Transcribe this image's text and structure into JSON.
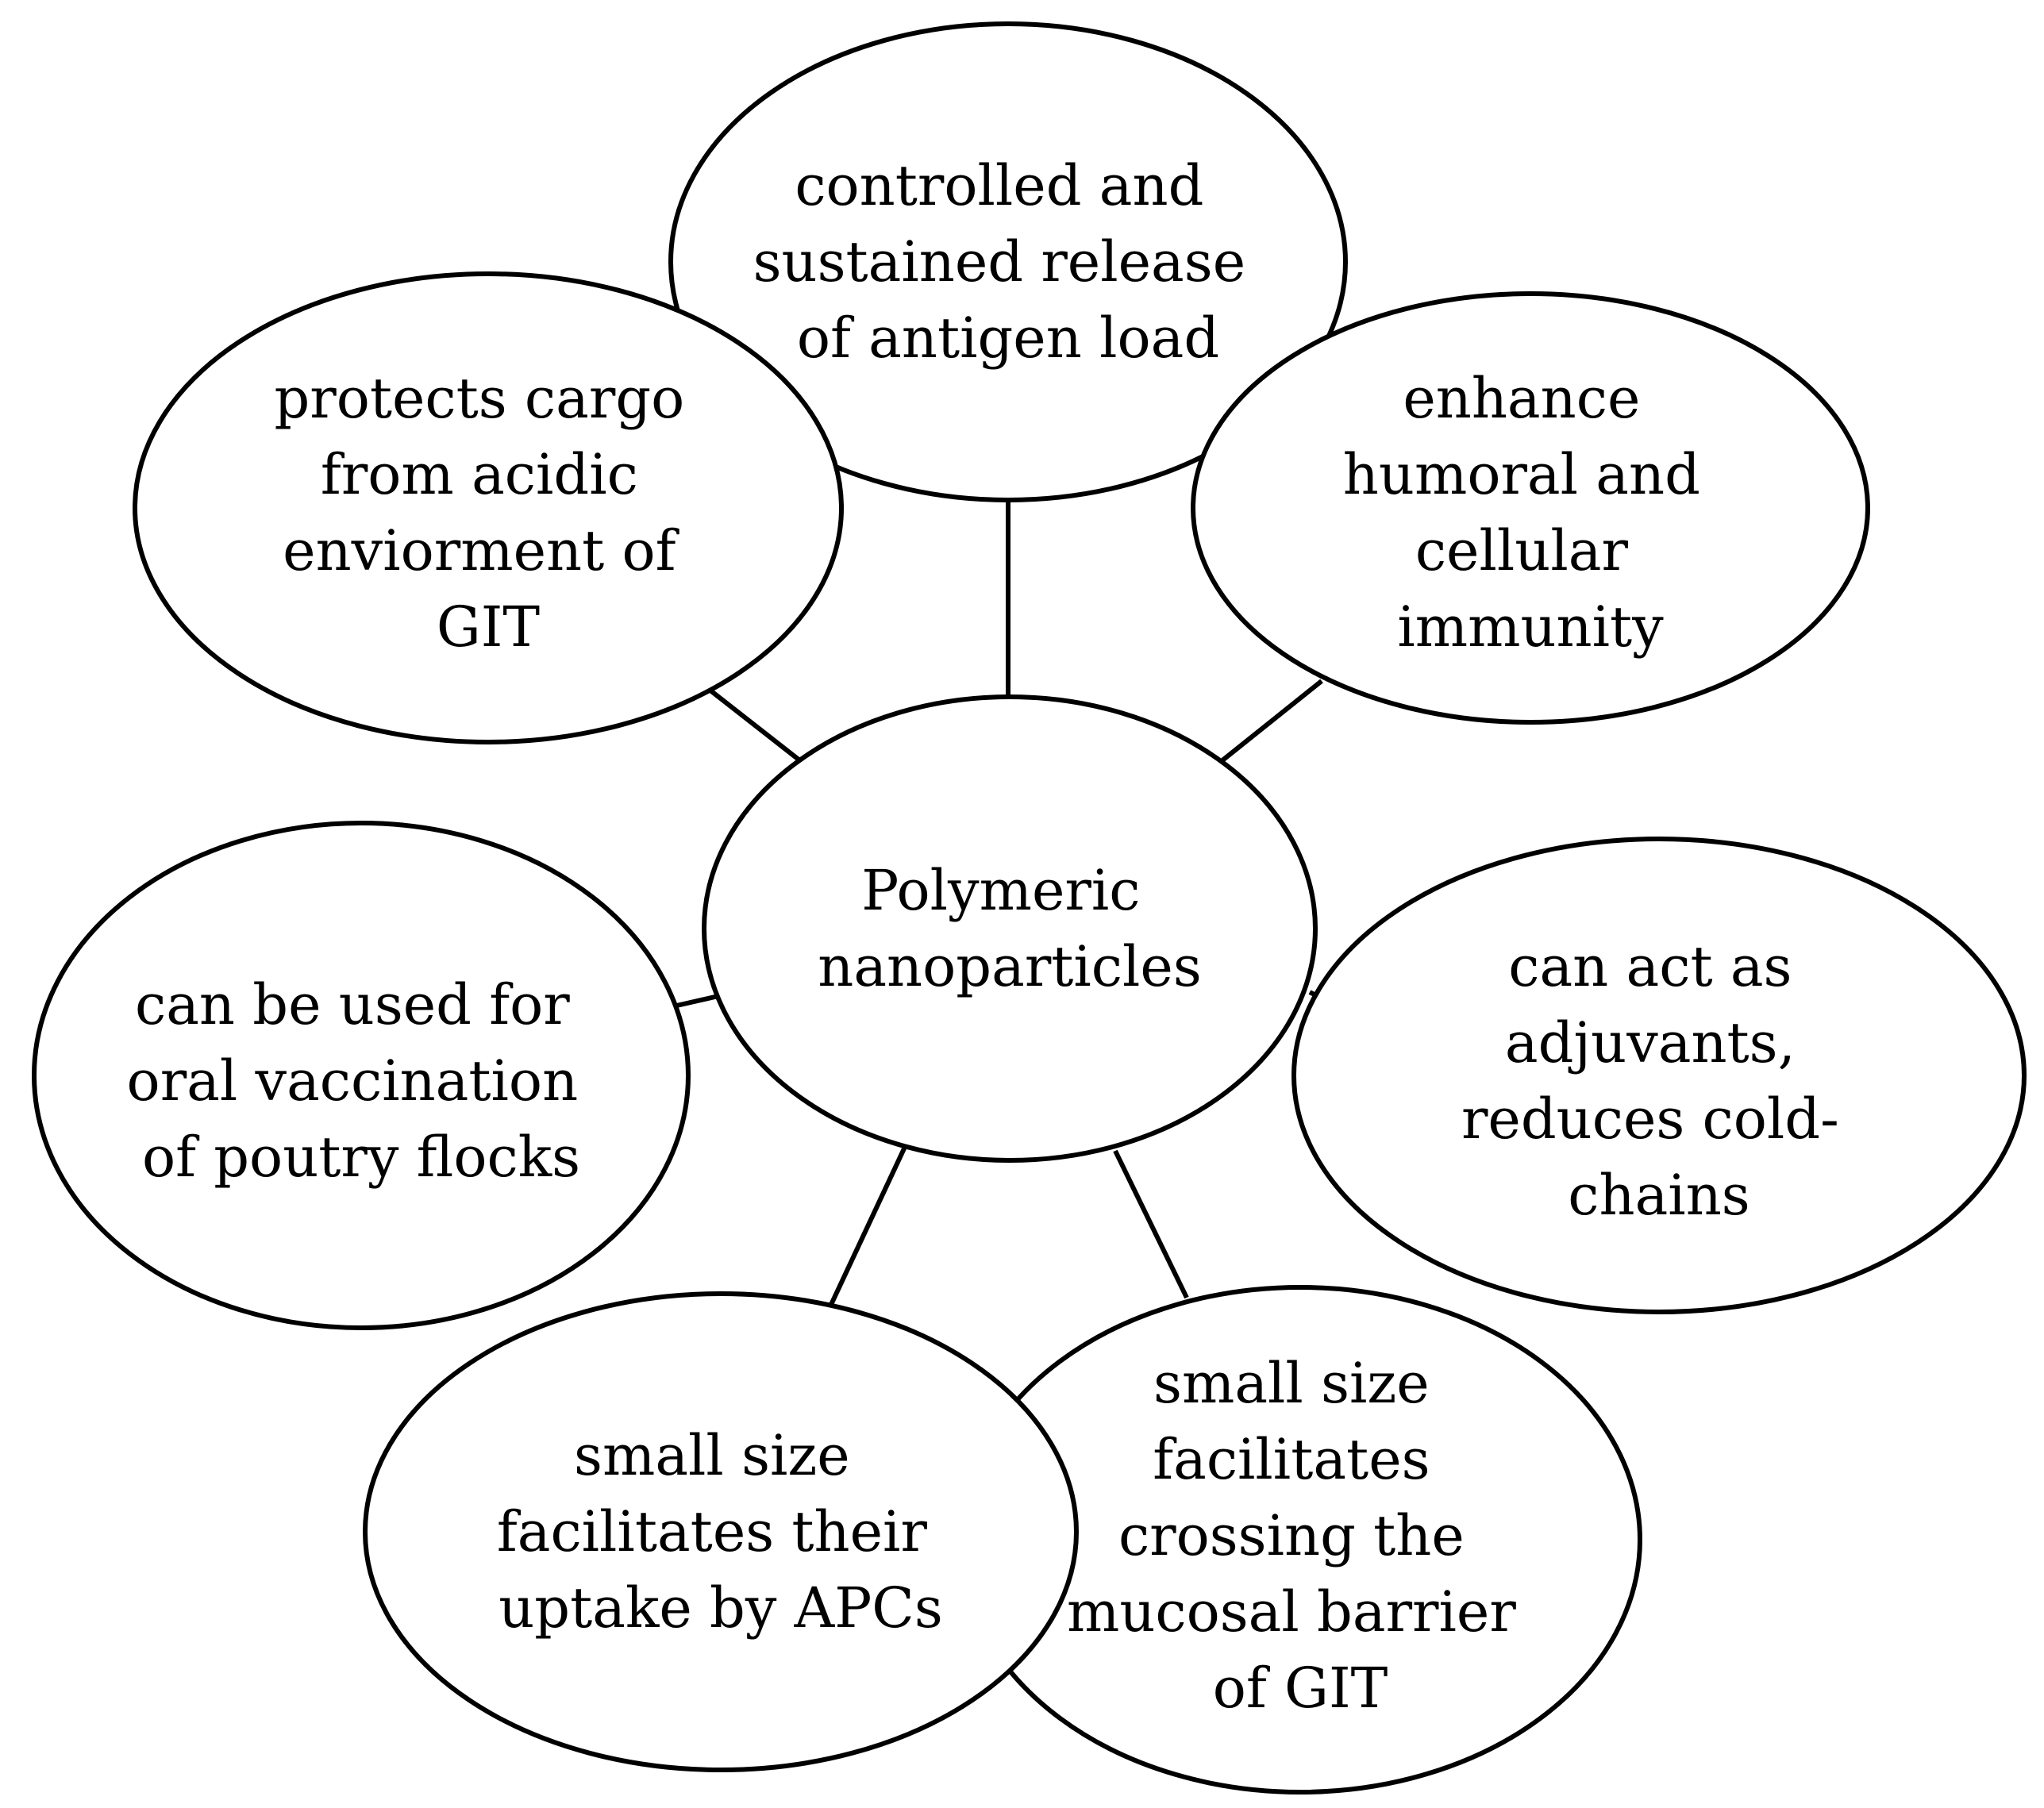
{
  "diagram": {
    "center": {
      "lines": [
        "Polymeric",
        "nanoparticles"
      ]
    },
    "nodes": {
      "top": {
        "lines": [
          "controlled and",
          "sustained release",
          "of antigen load"
        ]
      },
      "upper_left": {
        "lines": [
          "protects cargo",
          "from acidic",
          "enviorment of",
          "GIT"
        ]
      },
      "upper_right": {
        "lines": [
          "enhance",
          "humoral and",
          "cellular",
          "immunity"
        ]
      },
      "left": {
        "lines": [
          "can be used for",
          "oral vaccination",
          "of poutry flocks"
        ]
      },
      "right": {
        "lines": [
          "can act as",
          "adjuvants,",
          "reduces cold-",
          "chains"
        ]
      },
      "bottom_right": {
        "lines": [
          "small size",
          "facilitates",
          "crossing the",
          "mucosal barrier",
          "of GIT"
        ]
      },
      "bottom_left": {
        "lines": [
          "small size",
          "facilitates their",
          "uptake by APCs"
        ]
      }
    },
    "colors": {
      "stroke": "#000000",
      "fill": "#ffffff",
      "text": "#000000"
    }
  }
}
